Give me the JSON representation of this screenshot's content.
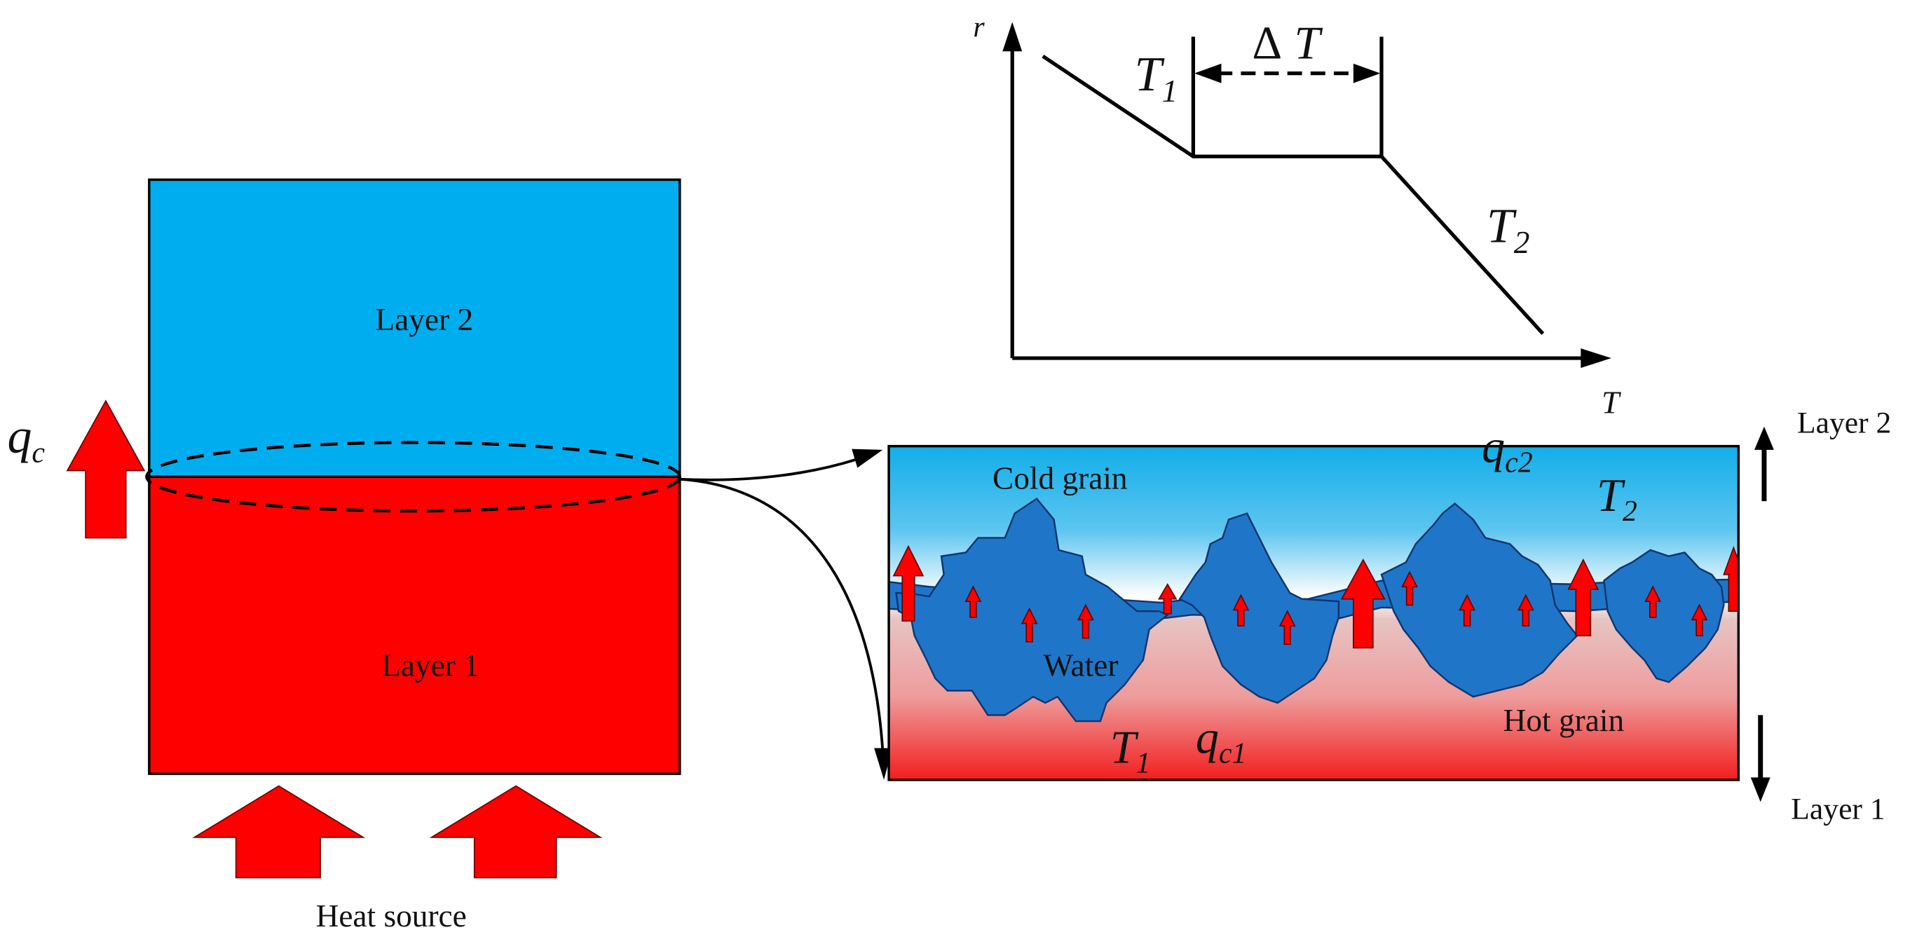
{
  "colors": {
    "layer2": "#00aeef",
    "layer1": "#ff0000",
    "grain": "#1f76c9",
    "arrow": "#ff0000"
  },
  "left_block": {
    "layer2_label": "Layer 2",
    "layer1_label": "Layer 1"
  },
  "flux_label": {
    "symbol": "q",
    "subscript": "c"
  },
  "heat_source_label": "Heat source",
  "graph": {
    "y_axis_label": "r",
    "x_axis_label": "T",
    "delta": {
      "symbol": "Δ",
      "variable": "T"
    },
    "t1": {
      "symbol": "T",
      "subscript": "1"
    },
    "t2": {
      "symbol": "T",
      "subscript": "2"
    }
  },
  "zoom": {
    "cold_grain": "Cold grain",
    "water": "Water",
    "hot_grain": "Hot grain",
    "qc2": {
      "symbol": "q",
      "subscript": "c2"
    },
    "t2": {
      "symbol": "T",
      "subscript": "2"
    },
    "t1": {
      "symbol": "T",
      "subscript": "1"
    },
    "qc1": {
      "symbol": "q",
      "subscript": "c1"
    },
    "layer2_label": "Layer 2",
    "layer1_label": "Layer 1"
  }
}
